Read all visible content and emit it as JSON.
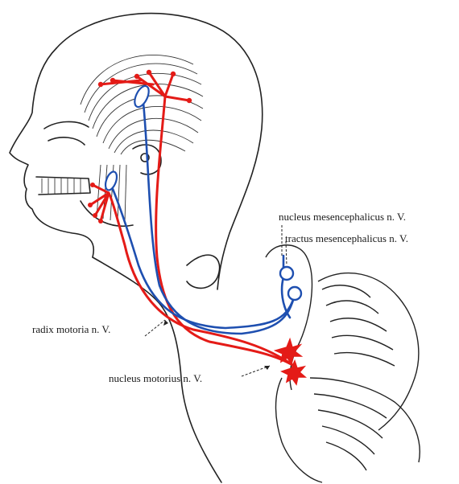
{
  "labels": {
    "nucleus_mesencephalicus": "nucleus mesencephalicus n. V.",
    "tractus_mesencephalicus": "tractus mesencephalicus n. V.",
    "radix_motoria": "radix motoria n. V.",
    "nucleus_motorius": "nucleus motorius n. V."
  },
  "colors": {
    "motor_pathway": "#e41b17",
    "sensory_pathway": "#1e4fb0",
    "outline": "#222222",
    "neuron_fill": "#e41b17"
  },
  "icons": {
    "motor_neuron": "red-star-neuron",
    "sensory_neuron": "blue-pseudounipolar-neuron",
    "muscle_spindle": "blue-spindle"
  }
}
